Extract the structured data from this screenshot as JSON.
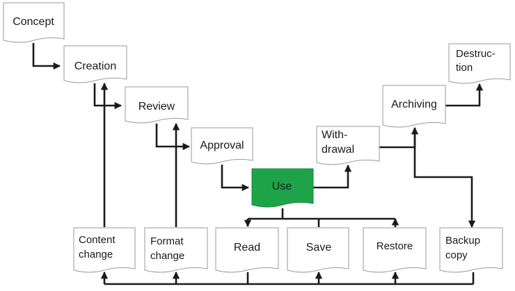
{
  "nodes": {
    "concept": {
      "lines": [
        "Concept"
      ]
    },
    "creation": {
      "lines": [
        "Creation"
      ]
    },
    "review": {
      "lines": [
        "Review"
      ]
    },
    "approval": {
      "lines": [
        "Approval"
      ]
    },
    "use": {
      "lines": [
        "Use"
      ]
    },
    "withdrawal": {
      "lines": [
        "With-",
        "drawal"
      ]
    },
    "archiving": {
      "lines": [
        "Archiving"
      ]
    },
    "destruction": {
      "lines": [
        "Destruc-",
        "tion"
      ]
    },
    "content_change": {
      "lines": [
        "Content",
        "change"
      ]
    },
    "format_change": {
      "lines": [
        "Format",
        "change"
      ]
    },
    "read": {
      "lines": [
        "Read"
      ]
    },
    "save": {
      "lines": [
        "Save"
      ]
    },
    "restore": {
      "lines": [
        "Restore"
      ]
    },
    "backup_copy": {
      "lines": [
        "Backup",
        "copy"
      ]
    }
  },
  "colors": {
    "use_fill": "#1fa34a",
    "line": "#1a1a1a",
    "border": "#9a9a9a"
  }
}
